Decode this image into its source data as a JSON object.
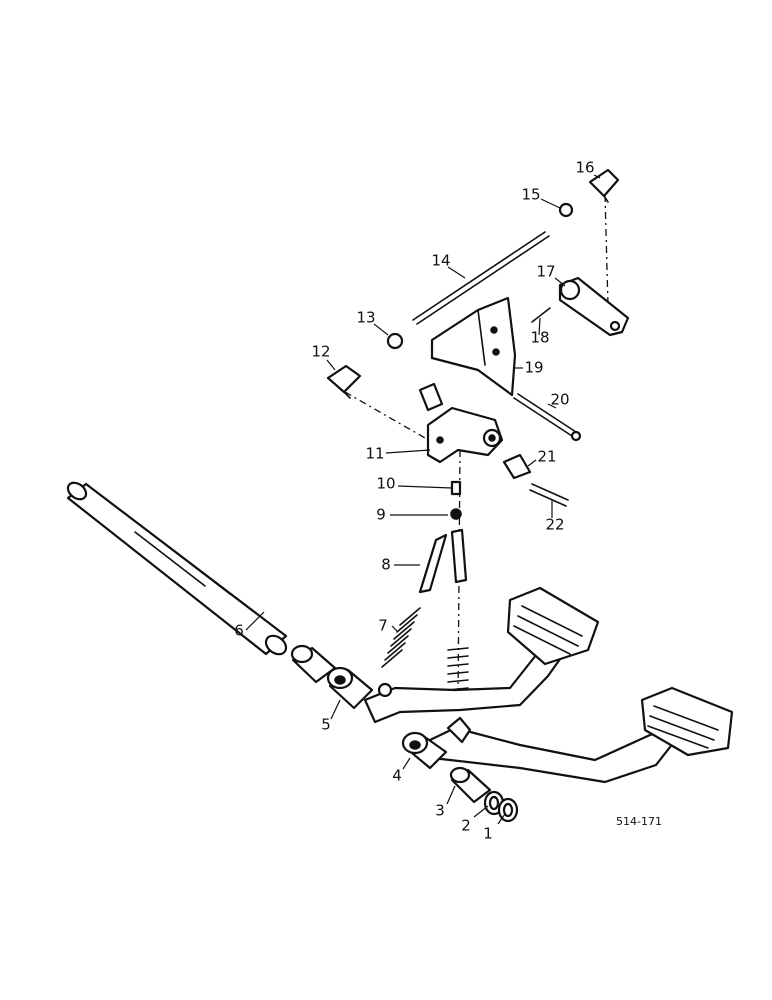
{
  "callouts": [
    {
      "label": "1"
    },
    {
      "label": "2"
    },
    {
      "label": "3"
    },
    {
      "label": "4"
    },
    {
      "label": "5"
    },
    {
      "label": "6"
    },
    {
      "label": "7"
    },
    {
      "label": "8"
    },
    {
      "label": "9"
    },
    {
      "label": "10"
    },
    {
      "label": "11"
    },
    {
      "label": "12"
    },
    {
      "label": "13"
    },
    {
      "label": "14"
    },
    {
      "label": "15"
    },
    {
      "label": "16"
    },
    {
      "label": "17"
    },
    {
      "label": "18"
    },
    {
      "label": "19"
    },
    {
      "label": "20"
    },
    {
      "label": "21"
    },
    {
      "label": "22"
    }
  ],
  "reference_code": "514-171",
  "colors": {
    "ink": "#111111",
    "paper": "#ffffff"
  }
}
